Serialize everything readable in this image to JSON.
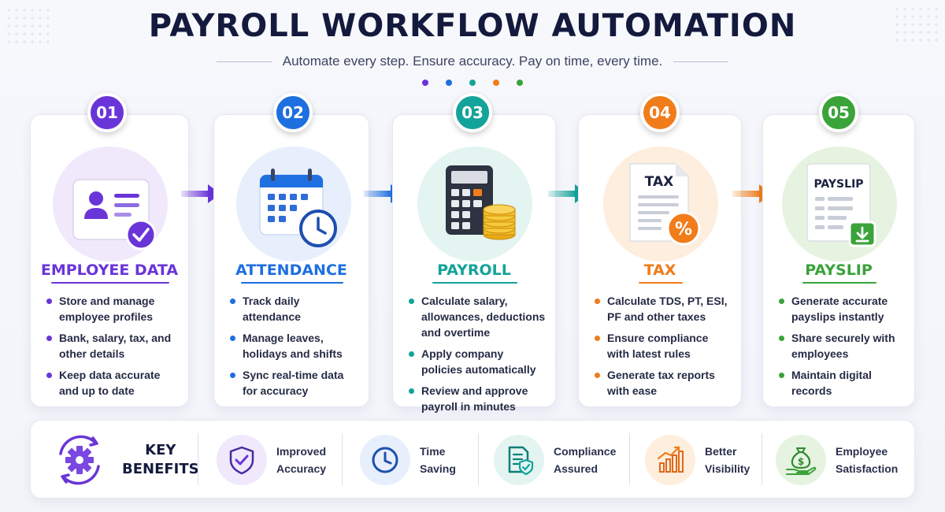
{
  "header": {
    "title": "PAYROLL WORKFLOW AUTOMATION",
    "subtitle": "Automate every step. Ensure accuracy. Pay on time, every time."
  },
  "colors": {
    "purple": "#6a35d8",
    "blue": "#1e6fe0",
    "teal": "#14a39a",
    "orange": "#f07c1a",
    "green": "#3aa33a",
    "navy": "#141a3d"
  },
  "steps": [
    {
      "number": "01",
      "title": "EMPLOYEE DATA",
      "icon": "employee-id-card-icon",
      "bullets": [
        "Store and manage employee profiles",
        "Bank, salary, tax, and other details",
        "Keep data accurate and up to date"
      ]
    },
    {
      "number": "02",
      "title": "ATTENDANCE",
      "icon": "calendar-clock-icon",
      "bullets": [
        "Track daily attendance",
        "Manage leaves, holidays and shifts",
        "Sync real-time data for accuracy"
      ]
    },
    {
      "number": "03",
      "title": "PAYROLL",
      "icon": "calculator-coins-icon",
      "bullets": [
        "Calculate salary, allowances, deductions and overtime",
        "Apply company policies automatically",
        "Review and approve payroll in minutes"
      ]
    },
    {
      "number": "04",
      "title": "TAX",
      "icon": "tax-document-icon",
      "doc_label": "TAX",
      "bullets": [
        "Calculate TDS, PT, ESI, PF and other taxes",
        "Ensure compliance with latest rules",
        "Generate tax reports with ease"
      ]
    },
    {
      "number": "05",
      "title": "PAYSLIP",
      "icon": "payslip-download-icon",
      "doc_label": "PAYSLIP",
      "bullets": [
        "Generate accurate payslips instantly",
        "Share securely with employees",
        "Maintain digital records"
      ]
    }
  ],
  "benefits": {
    "title_line1": "KEY",
    "title_line2": "BENEFITS",
    "items": [
      {
        "line1": "Improved",
        "line2": "Accuracy",
        "icon": "shield-check-icon"
      },
      {
        "line1": "Time",
        "line2": "Saving",
        "icon": "clock-icon"
      },
      {
        "line1": "Compliance",
        "line2": "Assured",
        "icon": "compliance-document-icon"
      },
      {
        "line1": "Better",
        "line2": "Visibility",
        "icon": "bar-chart-icon"
      },
      {
        "line1": "Employee",
        "line2": "Satisfaction",
        "icon": "money-bag-hand-icon"
      }
    ]
  }
}
